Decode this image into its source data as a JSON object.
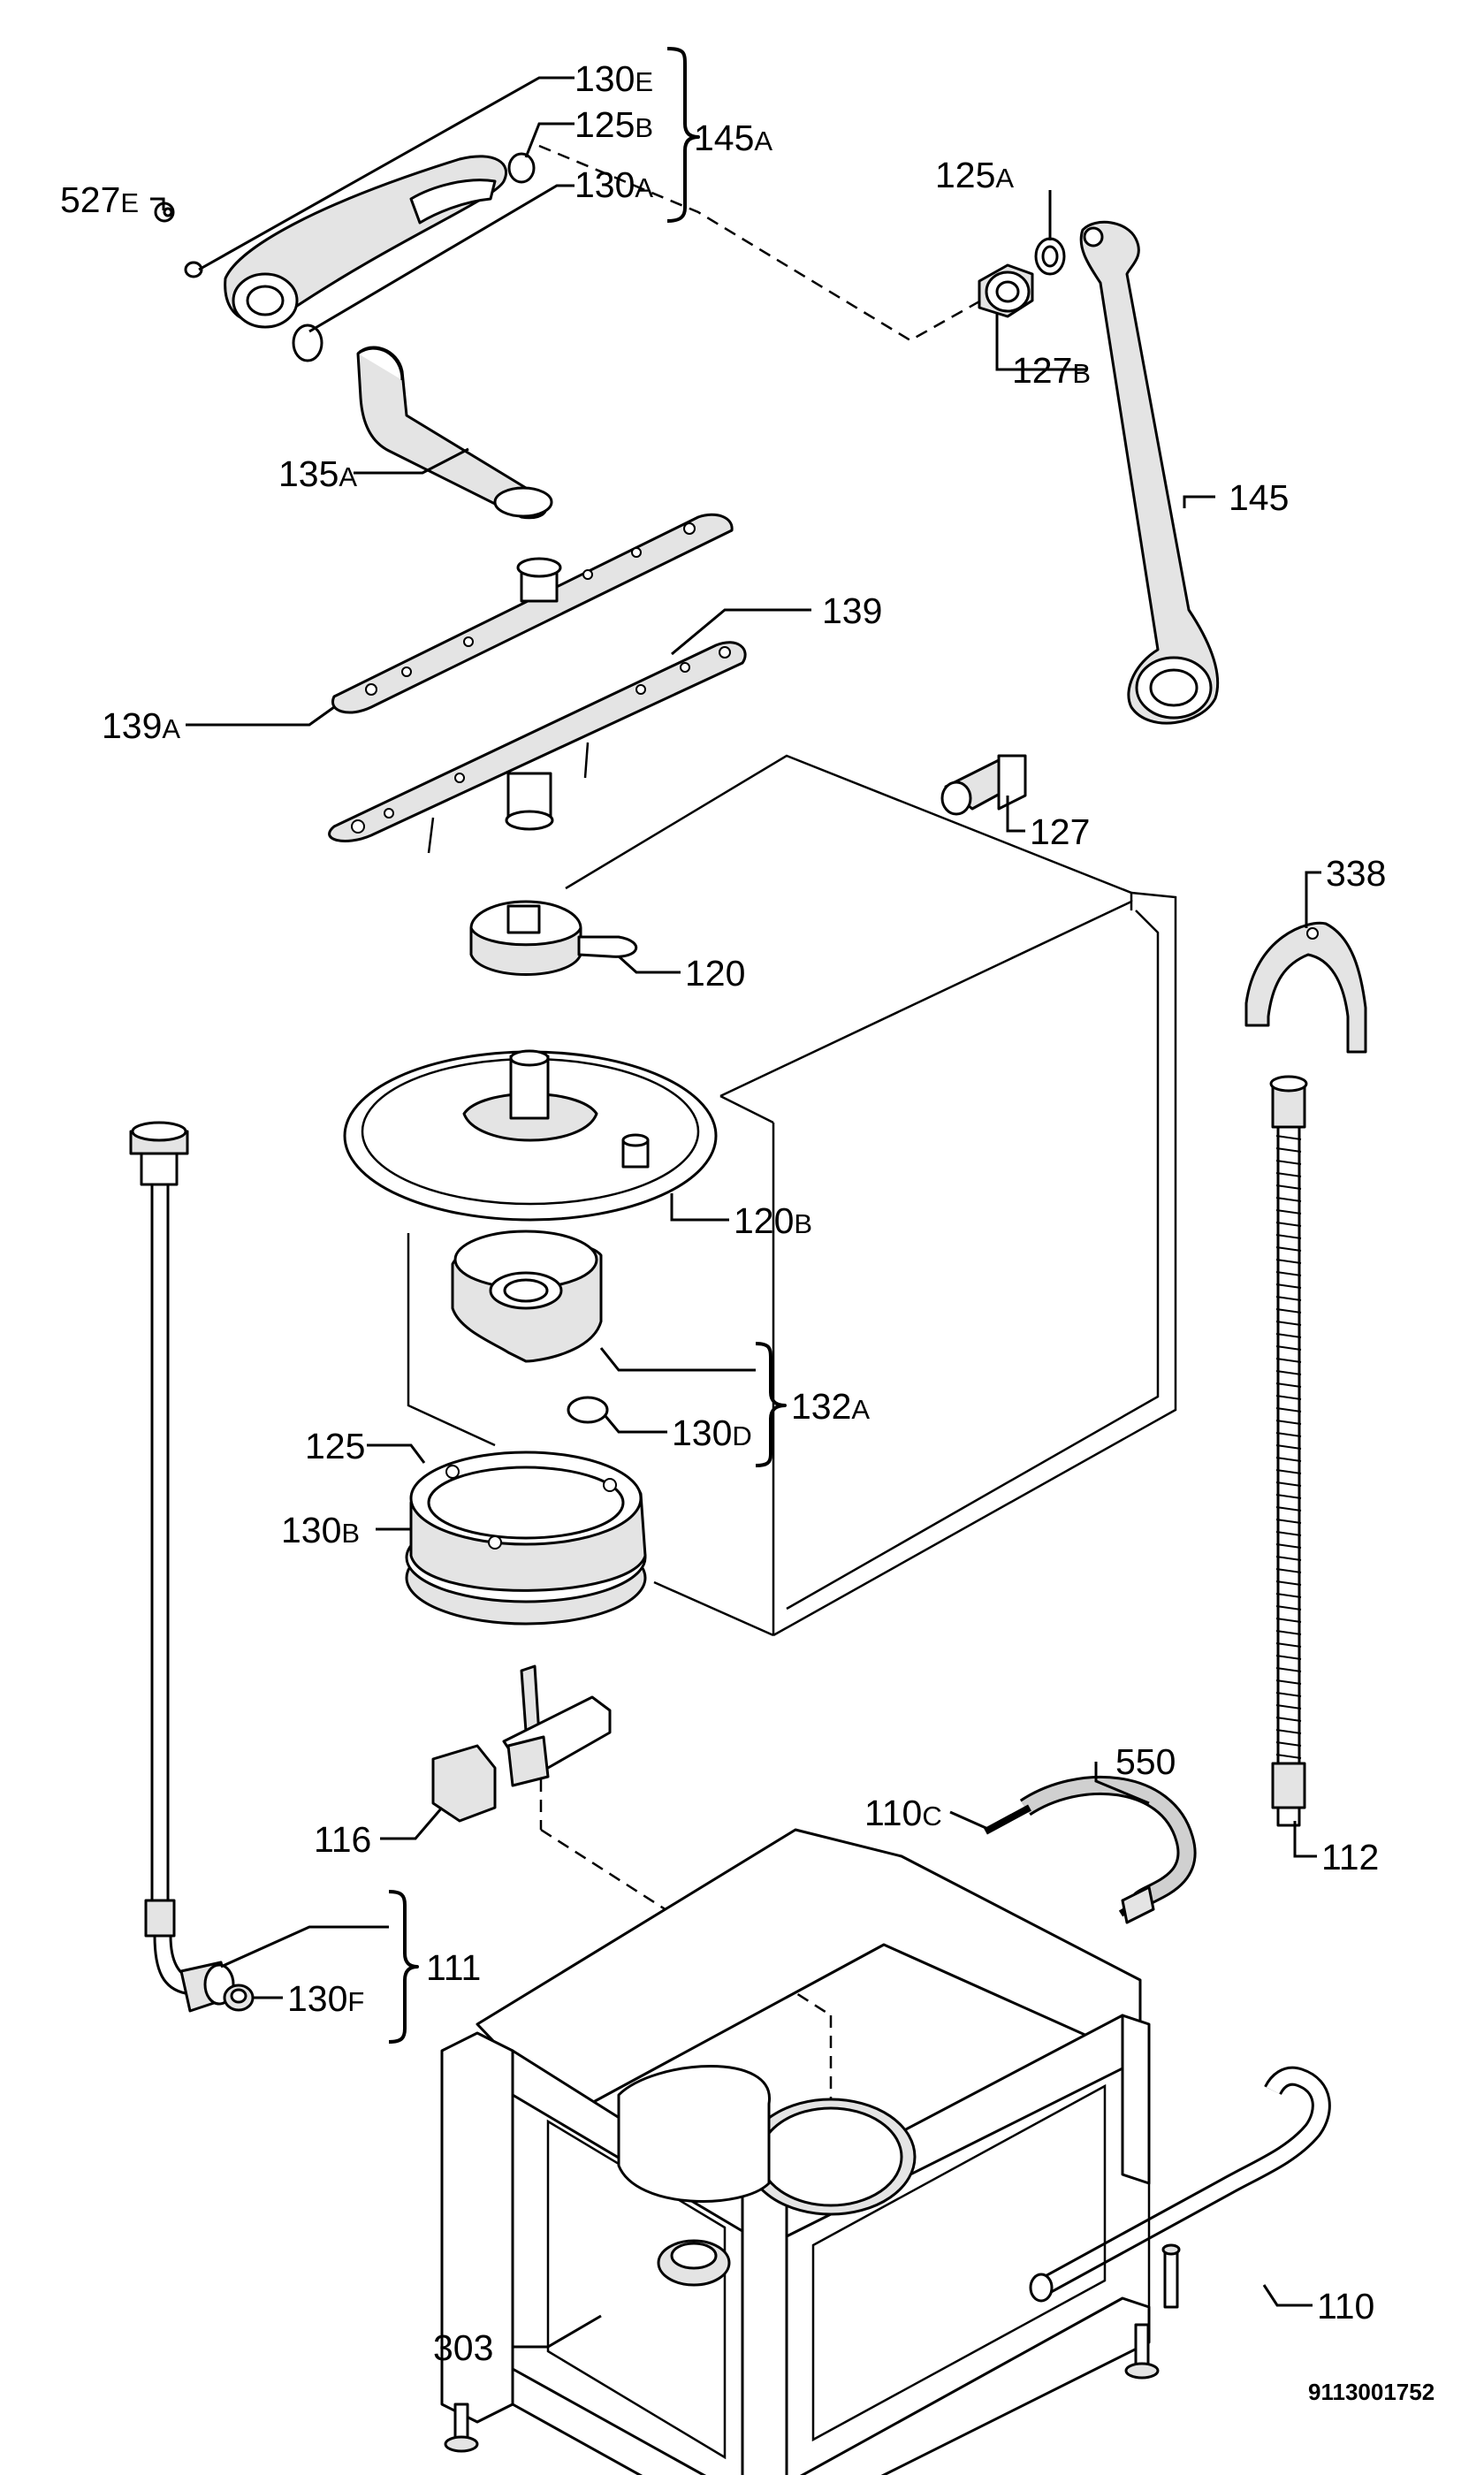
{
  "labels": {
    "l130e": {
      "n": "130",
      "s": "E"
    },
    "l125b": {
      "n": "125",
      "s": "B"
    },
    "l145a": {
      "n": "145",
      "s": "A"
    },
    "l130a": {
      "n": "130",
      "s": "A"
    },
    "l527e": {
      "n": "527",
      "s": "E"
    },
    "l125a": {
      "n": "125",
      "s": "A"
    },
    "l127b": {
      "n": "127",
      "s": "B"
    },
    "l135a": {
      "n": "135",
      "s": "A"
    },
    "l145": {
      "n": "145",
      "s": ""
    },
    "l139": {
      "n": "139",
      "s": ""
    },
    "l139a": {
      "n": "139",
      "s": "A"
    },
    "l127": {
      "n": "127",
      "s": ""
    },
    "l338": {
      "n": "338",
      "s": ""
    },
    "l120": {
      "n": "120",
      "s": ""
    },
    "l120b": {
      "n": "120",
      "s": "B"
    },
    "l132a": {
      "n": "132",
      "s": "A"
    },
    "l130d": {
      "n": "130",
      "s": "D"
    },
    "l125": {
      "n": "125",
      "s": ""
    },
    "l130b": {
      "n": "130",
      "s": "B"
    },
    "l550": {
      "n": "550",
      "s": ""
    },
    "l110c": {
      "n": "110",
      "s": "C"
    },
    "l116": {
      "n": "116",
      "s": ""
    },
    "l112": {
      "n": "112",
      "s": ""
    },
    "l111": {
      "n": "111",
      "s": ""
    },
    "l130f": {
      "n": "130",
      "s": "F"
    },
    "l110": {
      "n": "110",
      "s": ""
    },
    "l303": {
      "n": "303",
      "s": ""
    }
  },
  "document_id": "9113001752"
}
